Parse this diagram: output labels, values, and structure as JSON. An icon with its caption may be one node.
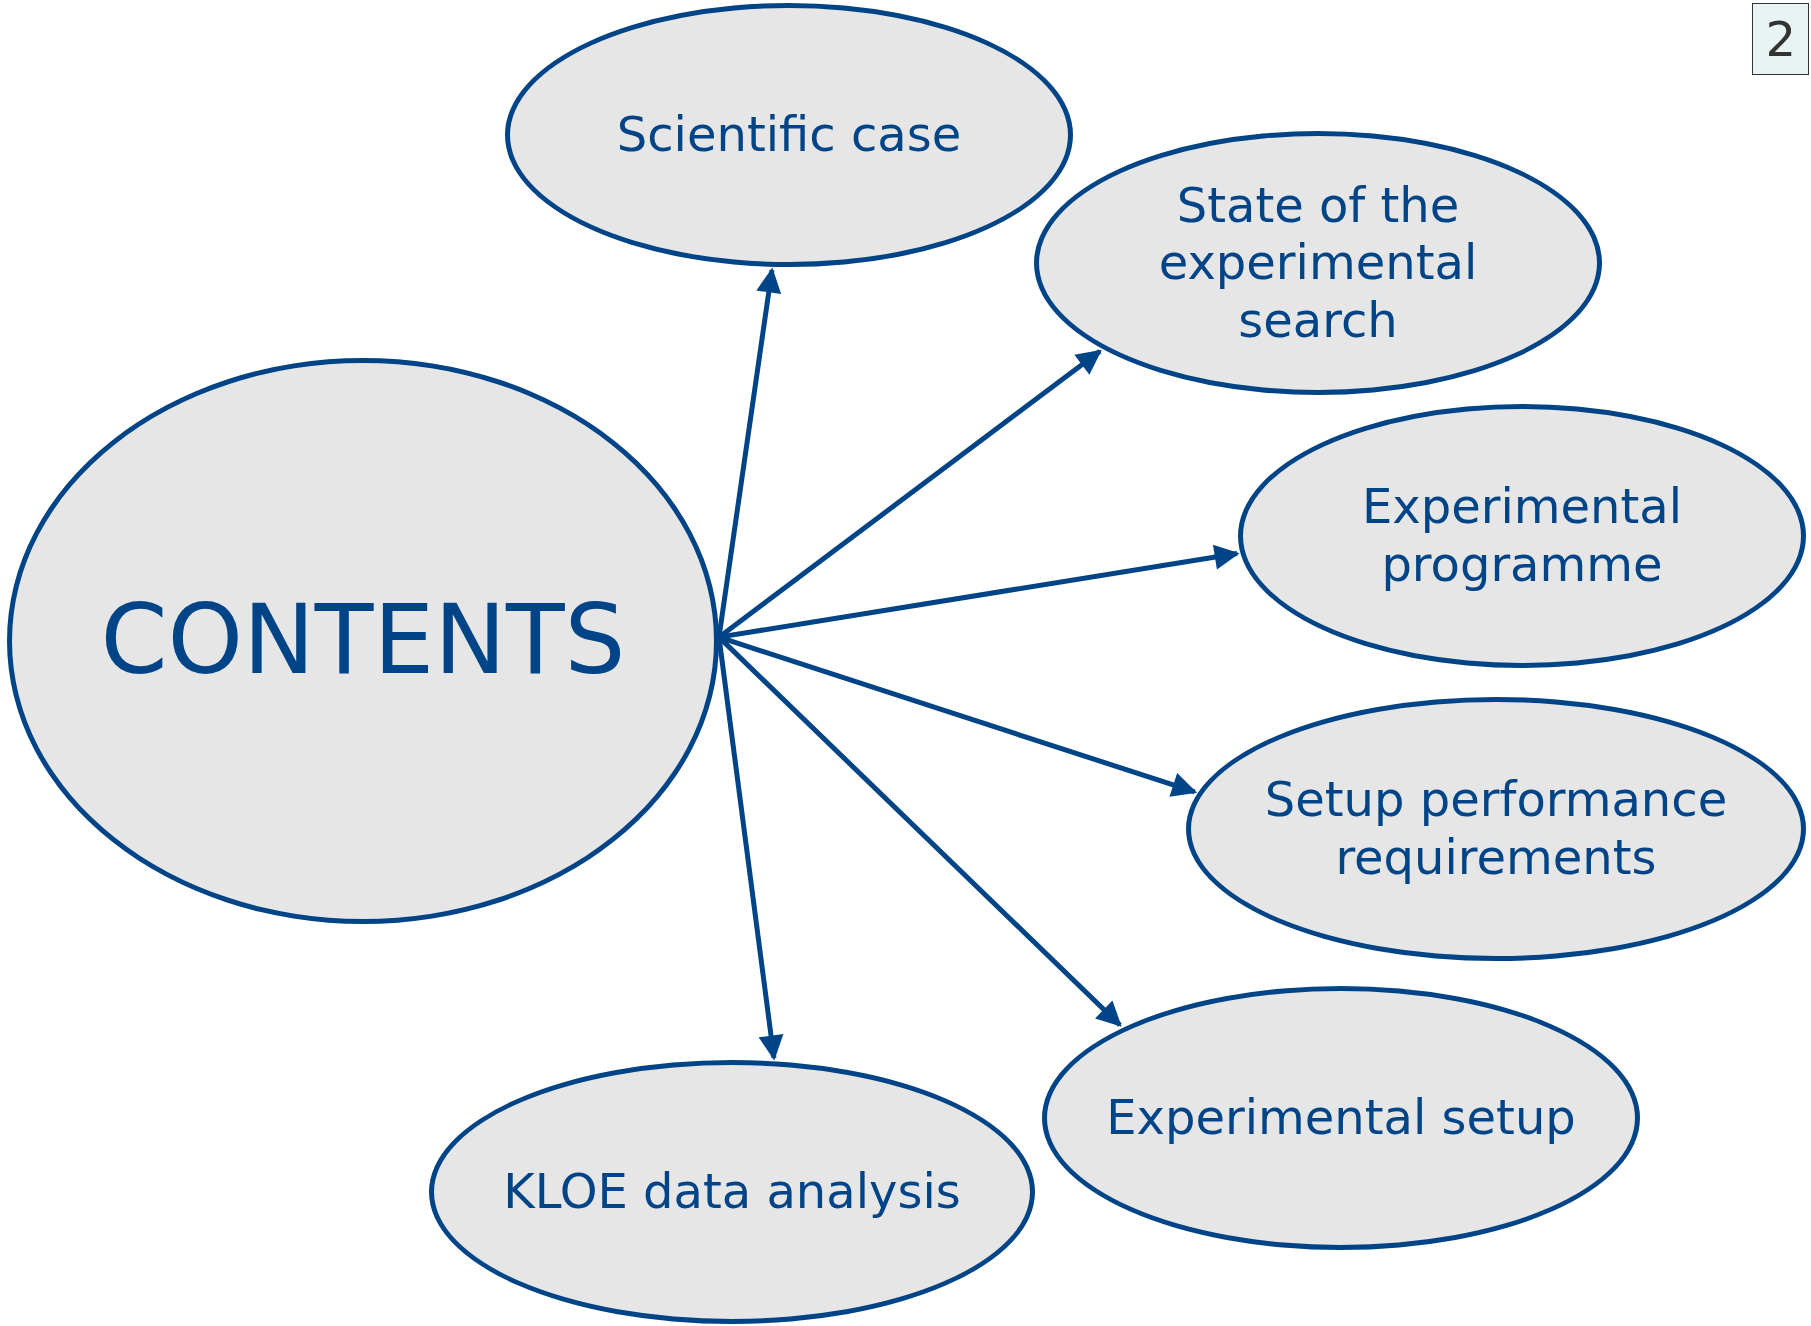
{
  "diagram": {
    "nodes": [
      {
        "text": [
          "CONTENTS"
        ]
      },
      {
        "text": [
          "Scientific case"
        ]
      },
      {
        "text": [
          "State of the experimental search"
        ]
      },
      {
        "text": [
          "Experimental programme"
        ]
      },
      {
        "text": [
          "Setup performance requirements"
        ]
      },
      {
        "text": [
          "Experimental setup"
        ]
      },
      {
        "text": [
          "KLOE data analysis"
        ]
      }
    ],
    "edges": [
      {
        "from": 0,
        "to": 1,
        "arrow": "to"
      },
      {
        "from": 0,
        "to": 2,
        "arrow": "to"
      },
      {
        "from": 0,
        "to": 3,
        "arrow": "to"
      },
      {
        "from": 0,
        "to": 4,
        "arrow": "to"
      },
      {
        "from": 0,
        "to": 5,
        "arrow": "to"
      },
      {
        "from": 0,
        "to": 6,
        "arrow": "to"
      }
    ],
    "labels": [
      "2"
    ]
  }
}
